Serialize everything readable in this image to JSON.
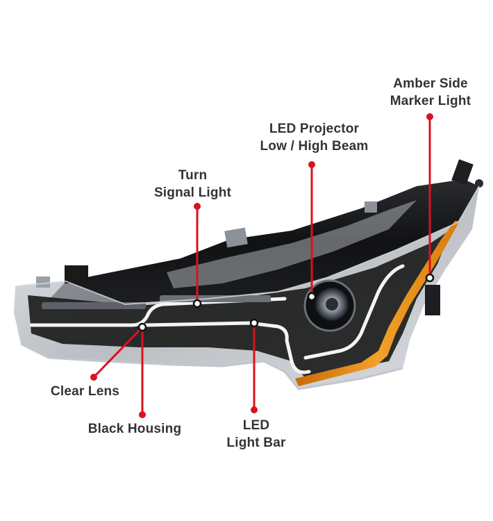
{
  "callouts": [
    {
      "id": "amber-side-marker",
      "lines": [
        "Amber Side",
        "Marker Light"
      ]
    },
    {
      "id": "led-projector",
      "lines": [
        "LED Projector",
        "Low / High Beam"
      ]
    },
    {
      "id": "turn-signal",
      "lines": [
        "Turn",
        "Signal Light"
      ]
    },
    {
      "id": "clear-lens",
      "lines": [
        "Clear Lens"
      ]
    },
    {
      "id": "black-housing",
      "lines": [
        "Black Housing"
      ]
    },
    {
      "id": "led-light-bar",
      "lines": [
        "LED",
        "Light Bar"
      ]
    }
  ],
  "colors": {
    "callout_line": "#d9121f",
    "label_text": "#333333",
    "housing": "#141414",
    "chrome": "#b8bcc2",
    "amber": "#e8900f",
    "led_bar": "#f4f4f4"
  },
  "icons": [
    "callout-dot",
    "callout-target-ring"
  ]
}
